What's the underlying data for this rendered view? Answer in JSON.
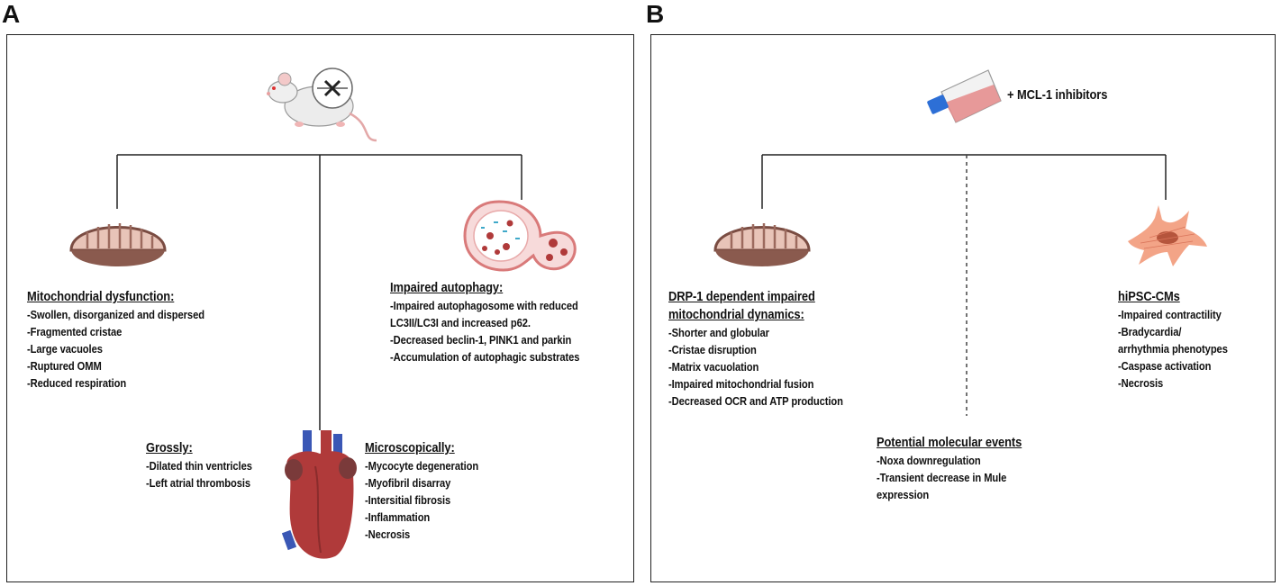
{
  "panel_a": {
    "letter": "A",
    "mito": {
      "heading": "Mitochondrial dysfunction:",
      "items": [
        "-Swollen, disorganized and dispersed",
        "-Fragmented cristae",
        "-Large vacuoles",
        "-Ruptured OMM",
        "-Reduced respiration"
      ]
    },
    "autophagy": {
      "heading": "Impaired autophagy:",
      "items": [
        "-Impaired autophagosome with reduced",
        "LC3II/LC3I and increased p62.",
        "-Decreased beclin-1, PINK1 and parkin",
        "-Accumulation of autophagic substrates"
      ]
    },
    "grossly": {
      "heading": "Grossly:",
      "items": [
        "-Dilated thin ventricles",
        "-Left atrial thrombosis"
      ]
    },
    "micro": {
      "heading": "Microscopically:",
      "items": [
        "-Mycocyte degeneration",
        "-Myofibril disarray",
        "-Intersitial fibrosis",
        "-Inflammation",
        "-Necrosis"
      ]
    }
  },
  "panel_b": {
    "letter": "B",
    "inhibitor_label": "+   MCL-1 inhibitors",
    "drp": {
      "heading_line1": "DRP-1 dependent impaired",
      "heading_line2": "mitochondrial dynamics:",
      "items": [
        "-Shorter and globular",
        "-Cristae disruption",
        "-Matrix vacuolation",
        "-Impaired mitochondrial fusion",
        "-Decreased OCR and ATP production"
      ]
    },
    "hipsc": {
      "heading": "hiPSC-CMs",
      "items": [
        "-Impaired contractility",
        "-Bradycardia/",
        "arrhythmia phenotypes",
        "-Caspase activation",
        "-Necrosis"
      ]
    },
    "molecular": {
      "heading": "Potential molecular events",
      "items": [
        "-Noxa downregulation",
        "-Transient decrease in Mule",
        "expression"
      ]
    }
  },
  "colors": {
    "mito_outer": "#8a5a4e",
    "mito_inner": "#e8c4b8",
    "heart": "#b03a3a",
    "vessel": "#3a57b5",
    "flask_cap": "#2d6fd6",
    "cell": "#f29a7a"
  }
}
